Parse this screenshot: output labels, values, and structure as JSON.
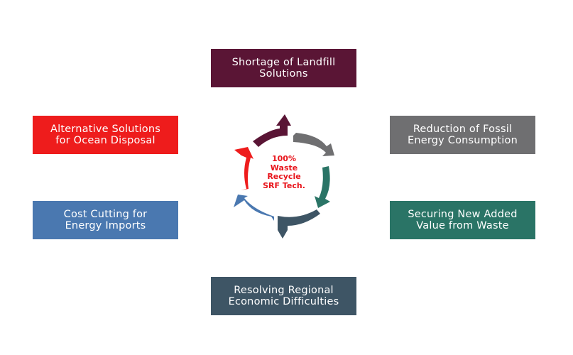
{
  "center": {
    "label": "100%\nWaste\nRecycle\nSRF Tech.",
    "color": "#e8141b"
  },
  "boxes": {
    "top": {
      "label": "Shortage of Landfill\nSolutions",
      "color": "#5a1535"
    },
    "top_right": {
      "label": "Reduction of Fossil\nEnergy Consumption",
      "color": "#6f6f71"
    },
    "bottom_right": {
      "label": "Securing New Added\nValue from Waste",
      "color": "#2a7466"
    },
    "bottom": {
      "label": "Resolving Regional\nEconomic Difficulties",
      "color": "#3e5565"
    },
    "bottom_left": {
      "label": "Cost Cutting for\nEnergy Imports",
      "color": "#4a78b0"
    },
    "top_left": {
      "label": "Alternative Solutions\nfor Ocean Disposal",
      "color": "#ee1c1c"
    }
  },
  "arrows": [
    {
      "name": "arrow-maroon",
      "color": "#5a1535"
    },
    {
      "name": "arrow-gray",
      "color": "#6f6f71"
    },
    {
      "name": "arrow-teal",
      "color": "#2a7466"
    },
    {
      "name": "arrow-slate",
      "color": "#3e5565"
    },
    {
      "name": "arrow-blue",
      "color": "#4a78b0"
    },
    {
      "name": "arrow-red",
      "color": "#ee1c1c"
    }
  ]
}
